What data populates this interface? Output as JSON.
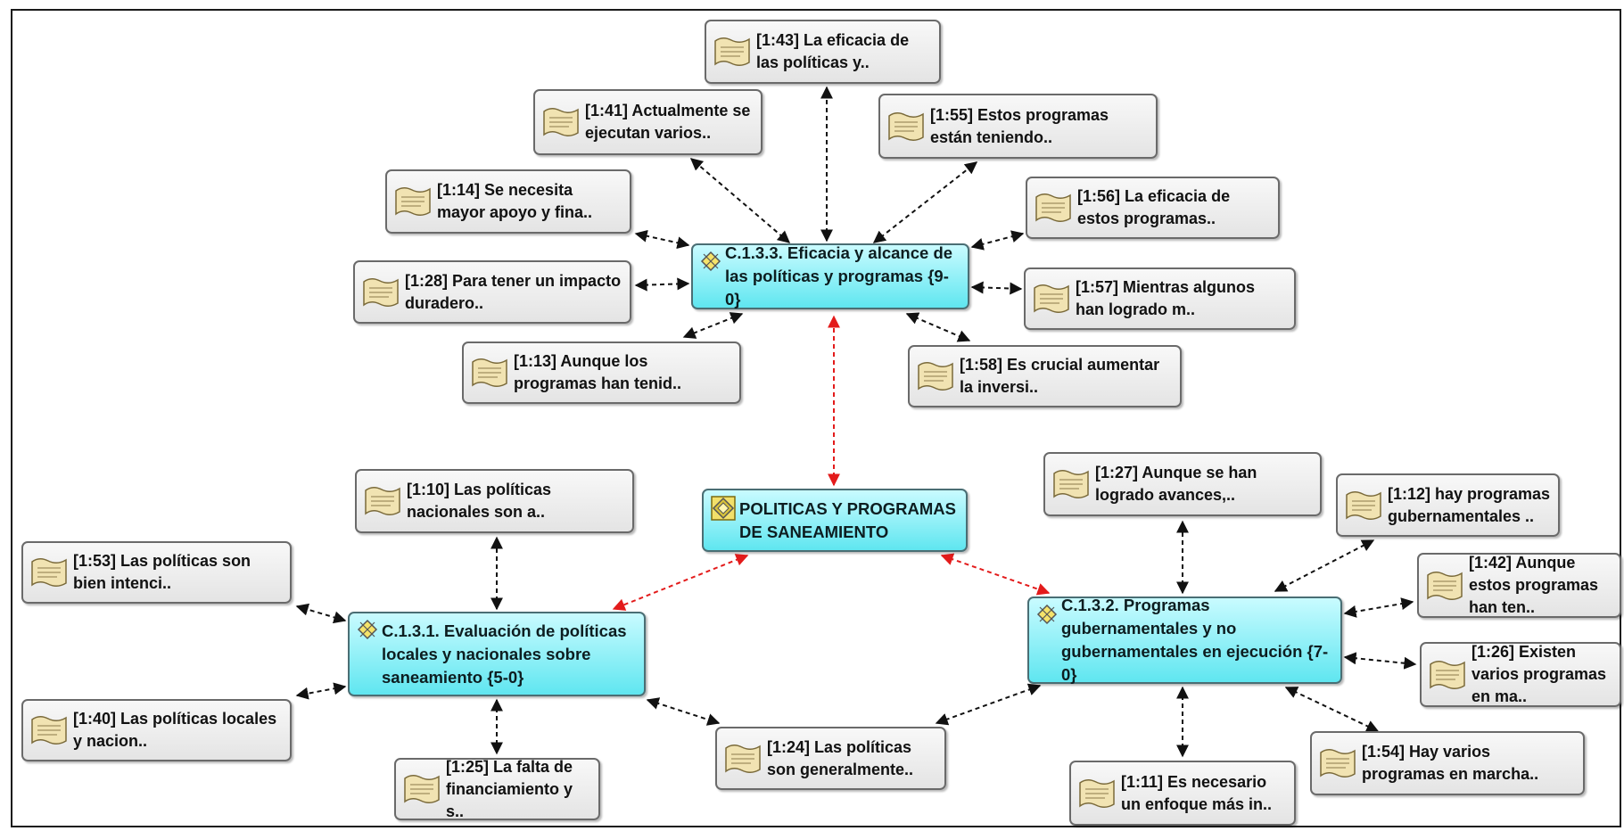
{
  "colors": {
    "quote_border": "#6a6a6a",
    "code_fill": "#5fe6f0",
    "code_border": "#4a6e74",
    "main_link": "#e31b1b",
    "sub_link": "#111111"
  },
  "main": {
    "label": "POLITICAS Y PROGRAMAS DE SANEAMIENTO",
    "icon": "family-code-icon"
  },
  "codes": {
    "c133": {
      "label": "C.1.3.3. Eficacia y alcance de las políticas y programas {9-0}",
      "icon": "code-icon"
    },
    "c131": {
      "label": "C.1.3.1. Evaluación de políticas locales y nacionales sobre saneamiento {5-0}",
      "icon": "code-icon"
    },
    "c132": {
      "label": "C.1.3.2. Programas gubernamentales y no gubernamentales en ejecución {7-0}",
      "icon": "code-icon"
    }
  },
  "quotes": {
    "q1_43": "[1:43] La eficacia de las políticas y..",
    "q1_41": "[1:41] Actualmente se ejecutan varios..",
    "q1_55": "[1:55] Estos programas están teniendo..",
    "q1_14": "[1:14] Se necesita mayor apoyo y fina..",
    "q1_56": "[1:56] La eficacia de estos programas..",
    "q1_28": "[1:28] Para tener un impacto duradero..",
    "q1_57": "[1:57] Mientras algunos han logrado m..",
    "q1_13": "[1:13] Aunque los programas han tenid..",
    "q1_58": "[1:58] Es crucial aumentar la inversi..",
    "q1_10": "[1:10] Las políticas nacionales son a..",
    "q1_53": "[1:53] Las políticas son bien intenci..",
    "q1_40": "[1:40] Las políticas locales y nacion..",
    "q1_25": "[1:25] La falta de financiamiento y s..",
    "q1_24": "[1:24] Las políticas son generalmente..",
    "q1_27": "[1:27] Aunque se han logrado avances,..",
    "q1_12": "[1:12] hay programas gubernamentales ..",
    "q1_42": "[1:42] Aunque estos programas han ten..",
    "q1_26": "[1:26] Existen varios programas en ma..",
    "q1_54": "[1:54] Hay varios programas en marcha..",
    "q1_11": "[1:11] Es necesario un enfoque más in.."
  }
}
